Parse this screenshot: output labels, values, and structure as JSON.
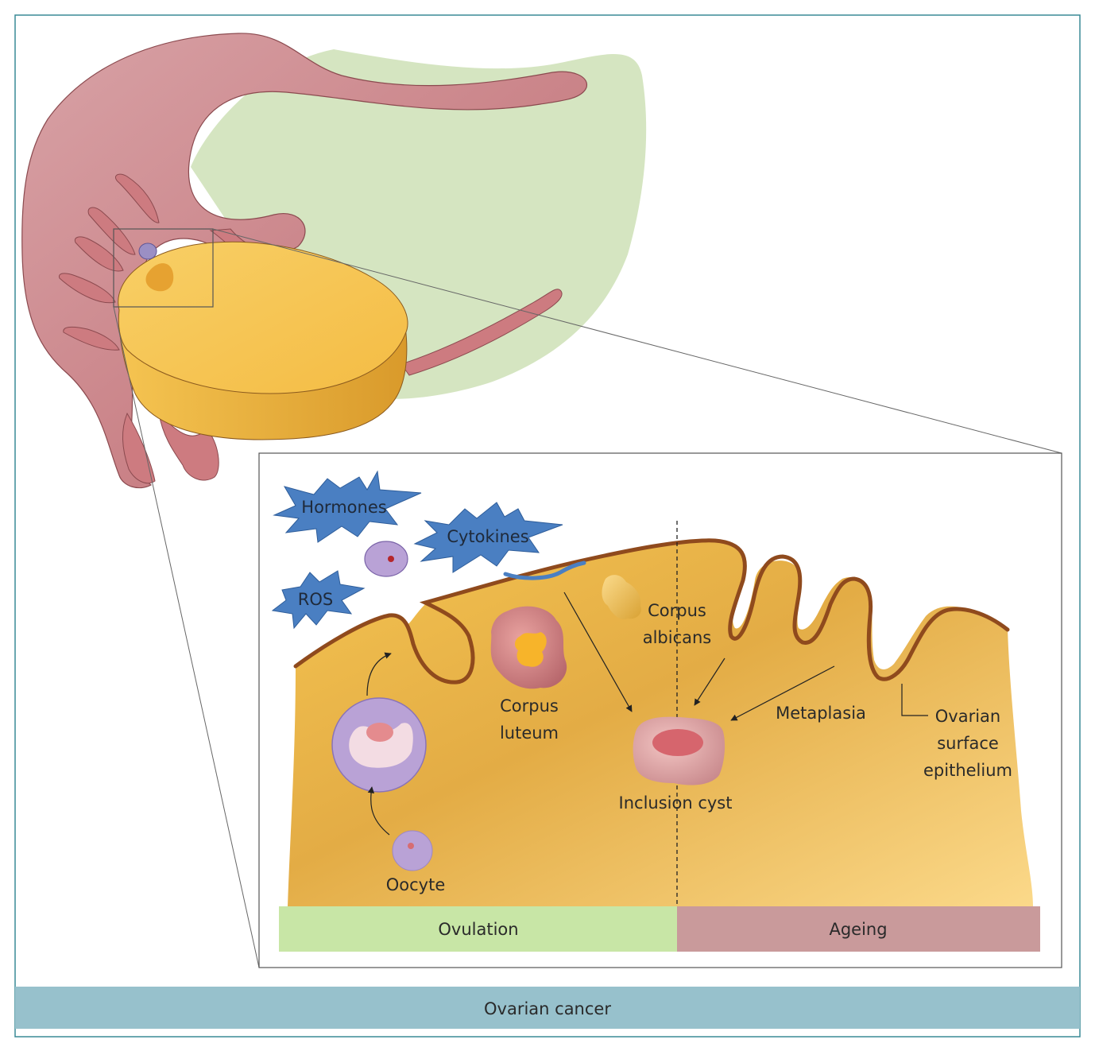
{
  "figure": {
    "labels": {
      "hormones": "Hormones",
      "cytokines": "Cytokines",
      "ros": "ROS",
      "corpus_albicans_1": "Corpus",
      "corpus_albicans_2": "albicans",
      "corpus_luteum_1": "Corpus",
      "corpus_luteum_2": "luteum",
      "metaplasia": "Metaplasia",
      "ose_1": "Ovarian",
      "ose_2": "surface",
      "ose_3": "epithelium",
      "inclusion_cyst": "Inclusion cyst",
      "oocyte": "Oocyte"
    },
    "bands": {
      "ovulation": "Ovulation",
      "ageing": "Ageing"
    },
    "footer": "Ovarian cancer"
  },
  "colors": {
    "frame": "#3a8a96",
    "footer_band": "#97c1cc",
    "ovulation_band": "#c8e6a6",
    "ageing_band": "#c99a9b",
    "tube": "#c97a7d",
    "ligament": "#d5e5c1",
    "ovary": "#f6c24f",
    "stroma": "#eab34a",
    "surface_line": "#8f4a1d",
    "star": "#4a7fc2",
    "cyst": "#e6a3a6"
  }
}
